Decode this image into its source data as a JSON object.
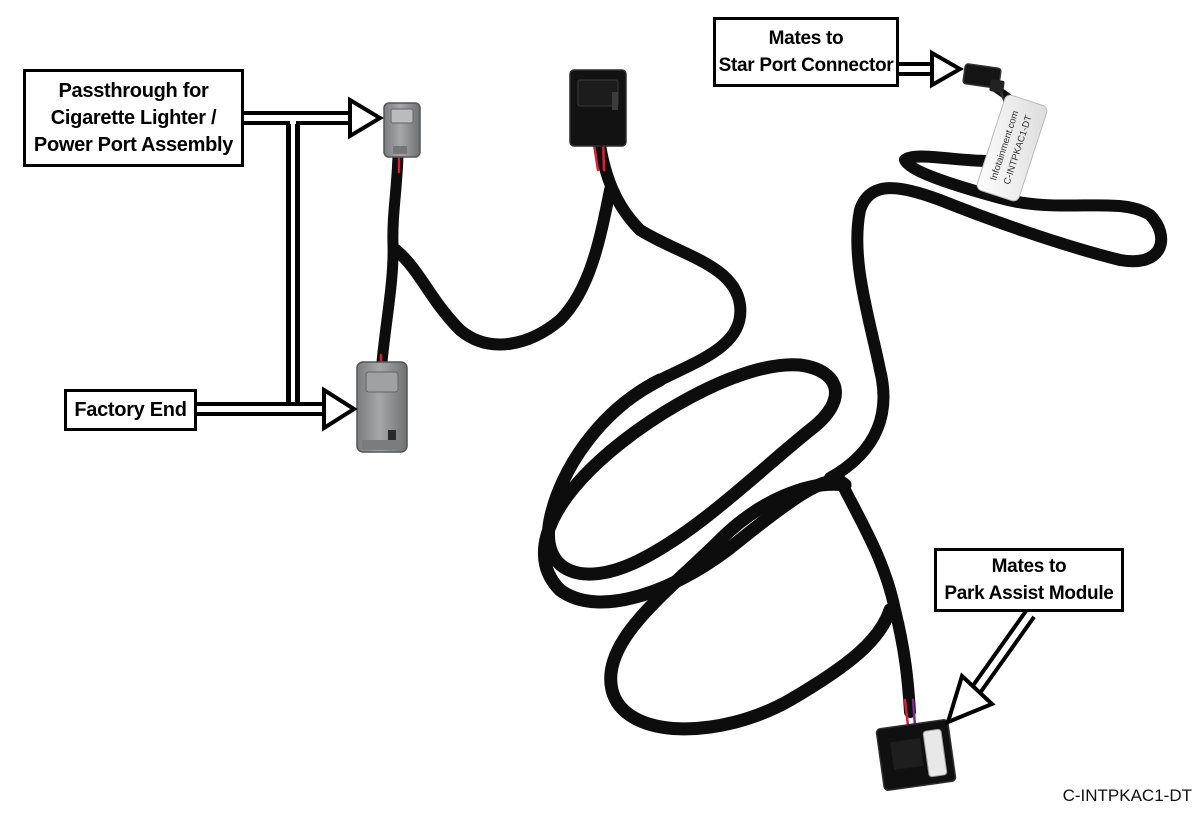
{
  "callouts": {
    "passthrough": [
      "Passthrough for",
      "Cigarette Lighter /",
      "Power Port Assembly"
    ],
    "factory_end": "Factory End",
    "star_port": [
      "Mates to",
      "Star Port Connector"
    ],
    "park_assist": [
      "Mates to",
      "Park Assist Module"
    ]
  },
  "label_tag": [
    "Infotainment.com",
    "C-INTPKAC1-DT"
  ],
  "part_number": "C-INTPKAC1-DT",
  "colors": {
    "cable": "#0d0d0d",
    "connector_grey": "#8f9193",
    "wire_red": "#d6203a"
  }
}
